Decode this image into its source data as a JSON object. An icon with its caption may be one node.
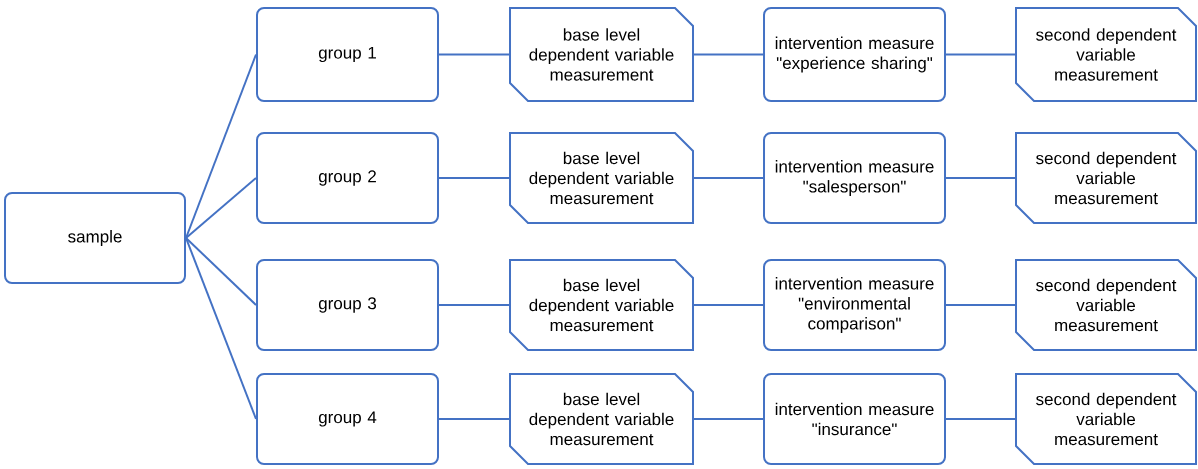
{
  "diagram": {
    "nodes": [
      {
        "text": [
          "sample"
        ]
      },
      {
        "text": [
          "group 1"
        ]
      },
      {
        "text": [
          "base level dependent variable measurement"
        ]
      },
      {
        "text": [
          "intervention measure \"experience sharing\""
        ]
      },
      {
        "text": [
          "second dependent variable measurement"
        ]
      },
      {
        "text": [
          "group 2"
        ]
      },
      {
        "text": [
          "base level dependent variable measurement"
        ]
      },
      {
        "text": [
          "intervention measure \"salesperson\""
        ]
      },
      {
        "text": [
          "second dependent variable measurement"
        ]
      },
      {
        "text": [
          "group 3"
        ]
      },
      {
        "text": [
          "base level dependent variable measurement"
        ]
      },
      {
        "text": [
          "intervention measure \"environmental comparison\""
        ]
      },
      {
        "text": [
          "second dependent variable measurement"
        ]
      },
      {
        "text": [
          "group 4"
        ]
      },
      {
        "text": [
          "base level dependent variable measurement"
        ]
      },
      {
        "text": [
          "intervention measure \"insurance\""
        ]
      },
      {
        "text": [
          "second dependent variable measurement"
        ]
      }
    ],
    "edges": [
      {
        "from": 0,
        "to": 1,
        "arrow": "none"
      },
      {
        "from": 0,
        "to": 5,
        "arrow": "none"
      },
      {
        "from": 0,
        "to": 9,
        "arrow": "none"
      },
      {
        "from": 0,
        "to": 13,
        "arrow": "none"
      },
      {
        "from": 1,
        "to": 2,
        "arrow": "none"
      },
      {
        "from": 2,
        "to": 3,
        "arrow": "none"
      },
      {
        "from": 3,
        "to": 4,
        "arrow": "none"
      },
      {
        "from": 5,
        "to": 6,
        "arrow": "none"
      },
      {
        "from": 6,
        "to": 7,
        "arrow": "none"
      },
      {
        "from": 7,
        "to": 8,
        "arrow": "none"
      },
      {
        "from": 9,
        "to": 10,
        "arrow": "none"
      },
      {
        "from": 10,
        "to": 11,
        "arrow": "none"
      },
      {
        "from": 11,
        "to": 12,
        "arrow": "none"
      },
      {
        "from": 13,
        "to": 14,
        "arrow": "none"
      },
      {
        "from": 14,
        "to": 15,
        "arrow": "none"
      },
      {
        "from": 15,
        "to": 16,
        "arrow": "none"
      }
    ]
  }
}
